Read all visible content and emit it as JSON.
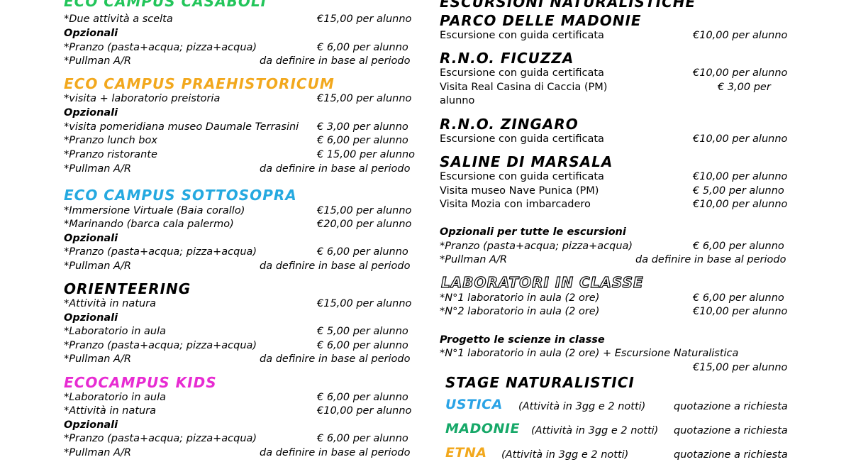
{
  "colors": {
    "casaboli": "#22c55a",
    "praehistoricum": "#f2a81d",
    "sottosopra": "#25a9e0",
    "kids": "#e72bd2",
    "black": "#000000",
    "ustica": "#2aa3e6",
    "madonie": "#16a868",
    "etna": "#f2a81d"
  },
  "left": {
    "casaboli": {
      "title": "ECO CAMPUS CASABOLI",
      "r1_label": "*Due attività a scelta",
      "r1_price": "€15,00 per alunno",
      "opt": "Opzionali",
      "r2_label": "*Pranzo (pasta+acqua; pizza+acqua)",
      "r2_price": "€ 6,00 per alunno",
      "r3_label": "*Pullman A/R",
      "r3_price": "da definire in base al periodo"
    },
    "praehistoricum": {
      "title": "ECO CAMPUS PRAEHISTORICUM",
      "r1_label": "*visita + laboratorio preistoria",
      "r1_price": "€15,00 per alunno",
      "opt": "Opzionali",
      "r2_label": "*visita pomeridiana museo Daumale Terrasini",
      "r2_price": "€ 3,00 per alunno",
      "r3_label": "*Pranzo lunch box",
      "r3_price": "€ 6,00 per alunno",
      "r4_label": "*Pranzo ristorante",
      "r4_price": "€ 15,00 per alunno",
      "r5_label": "*Pullman A/R",
      "r5_price": "da definire in base al periodo"
    },
    "sottosopra": {
      "title": "ECO CAMPUS SOTTOSOPRA",
      "r1_label": "*Immersione Virtuale (Baia corallo)",
      "r1_price": "€15,00 per alunno",
      "r2_label": "*Marinando (barca cala palermo)",
      "r2_price": "€20,00 per alunno",
      "opt": "Opzionali",
      "r3_label": "*Pranzo (pasta+acqua; pizza+acqua)",
      "r3_price": "€ 6,00 per alunno",
      "r4_label": "*Pullman A/R",
      "r4_price": "da definire in base al periodo"
    },
    "orienteering": {
      "title": "ORIENTEERING",
      "r1_label": "*Attività in natura",
      "r1_price": "€15,00 per alunno",
      "opt": "Opzionali",
      "r2_label": "*Laboratorio in aula",
      "r2_price": "€ 5,00 per alunno",
      "r3_label": "*Pranzo (pasta+acqua; pizza+acqua)",
      "r3_price": "€ 6,00 per alunno",
      "r4_label": "*Pullman A/R",
      "r4_price": "da definire in base al periodo"
    },
    "kids": {
      "title": "ECOCAMPUS KIDS",
      "r1_label": "*Laboratorio in aula",
      "r1_price": "€ 6,00 per alunno",
      "r2_label": "*Attività in natura",
      "r2_price": "€10,00 per alunno",
      "opt": "Opzionali",
      "r3_label": "*Pranzo (pasta+acqua; pizza+acqua)",
      "r3_price": "€ 6,00 per alunno",
      "r4_label": "*Pullman A/R",
      "r4_price": "da definire in base al periodo"
    }
  },
  "right": {
    "escursioni_title": "ESCURSIONI NATURALISTICHE",
    "madonie": {
      "title": "PARCO DELLE MADONIE",
      "r1_label": "Escursione con guida certificata",
      "r1_price": "€10,00 per alunno"
    },
    "ficuzza": {
      "title": "R.N.O. FICUZZA",
      "r1_label": "Escursione con guida certificata",
      "r1_price": "€10,00 per alunno",
      "r2_label": "Visita Real Casina di Caccia (PM)",
      "r2_price": "€ 3,00 per",
      "r2_cont": "alunno"
    },
    "zingaro": {
      "title": "R.N.O. ZINGARO",
      "r1_label": "Escursione con guida certificata",
      "r1_price": "€10,00 per alunno"
    },
    "marsala": {
      "title": "SALINE DI MARSALA",
      "r1_label": "Escursione con guida certificata",
      "r1_price": "€10,00 per alunno",
      "r2_label": "Visita museo Nave Punica (PM)",
      "r2_price": "€ 5,00 per alunno",
      "r3_label": "Visita Mozia con imbarcadero",
      "r3_price": "€10,00 per alunno"
    },
    "opzionali": {
      "title": "Opzionali per tutte le escursioni",
      "r1_label": "*Pranzo (pasta+acqua; pizza+acqua)",
      "r1_price": "€ 6,00 per alunno",
      "r2_label": "*Pullman A/R",
      "r2_price": "da definire in base al periodo"
    },
    "laboratori": {
      "title": "LABORATORI IN CLASSE",
      "r1_label": "*N°1 laboratorio in aula (2 ore)",
      "r1_price": "€ 6,00 per alunno",
      "r2_label": "*N°2 laboratorio in aula (2 ore)",
      "r2_price": "€10,00 per alunno"
    },
    "progetto": {
      "title": "Progetto le scienze in classe",
      "r1_label": "*N°1 laboratorio in aula (2 ore)  + Escursione Naturalistica",
      "r1_price": "€15,00 per alunno"
    },
    "stage": {
      "title": "STAGE NATURALISTICI",
      "ustica_name": "USTICA",
      "ustica_desc": "(Attività in 3gg e 2 notti)",
      "ustica_price": "quotazione a richiesta",
      "madonie_name": "MADONIE",
      "madonie_desc": "(Attività in 3gg e 2 notti)",
      "madonie_price": "quotazione a richiesta",
      "etna_name": "ETNA",
      "etna_desc": "(Attività in 3gg e 2 notti)",
      "etna_price": "quotazione a richiesta"
    }
  }
}
